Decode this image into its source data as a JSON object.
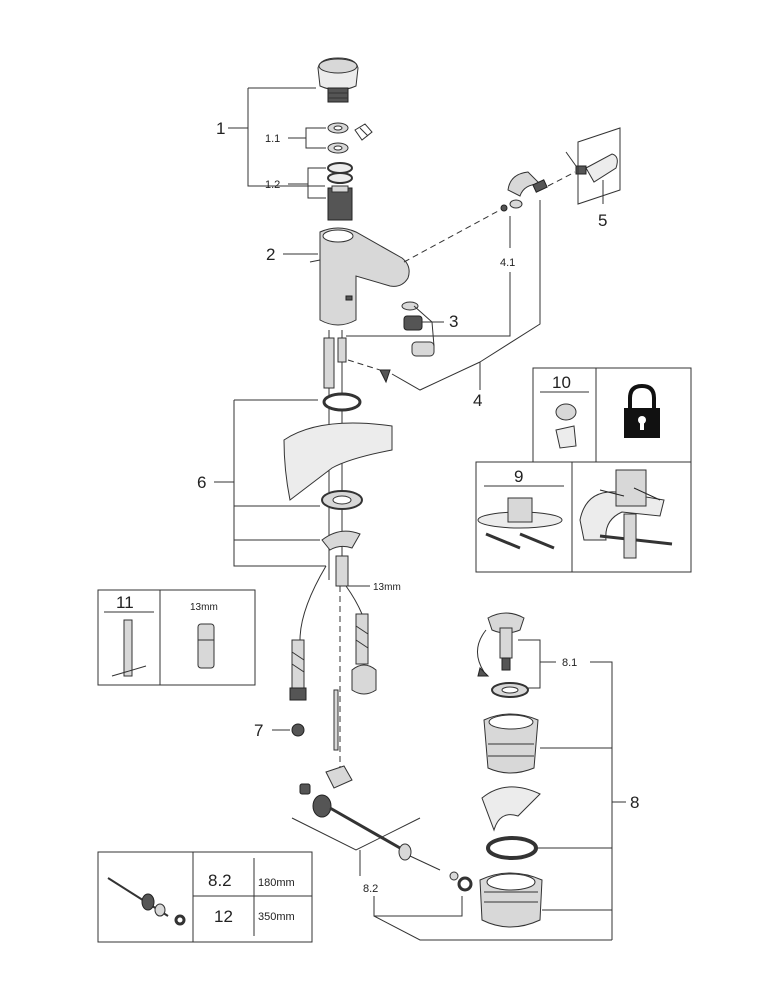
{
  "callouts": {
    "c1": "1",
    "c1_1": "1.1",
    "c1_2": "1.2",
    "c2": "2",
    "c3": "3",
    "c4": "4",
    "c4_1": "4.1",
    "c5": "5",
    "c6": "6",
    "c7": "7",
    "c8": "8",
    "c8_1": "8.1",
    "c8_2": "8.2",
    "dim_13mm": "13mm"
  },
  "box_10_lock": {
    "number": "10",
    "icon": "padlock-icon"
  },
  "box_9": {
    "number": "9"
  },
  "box_11": {
    "number": "11",
    "size": "13mm"
  },
  "box_rods": {
    "rows": [
      {
        "part": "8.2",
        "length": "180mm"
      },
      {
        "part": "12",
        "length": "350mm"
      }
    ]
  }
}
